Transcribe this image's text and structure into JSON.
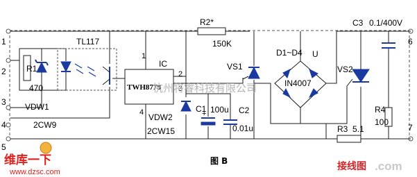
{
  "terminals": [
    "1",
    "2",
    "3",
    "4",
    "5",
    "6",
    "7"
  ],
  "components": {
    "tl117": "TL117",
    "r1": "R1",
    "r1_value": "470",
    "vdw1": "VDW1",
    "vdw1_type": "2CW9",
    "ic": "IC",
    "ic_part": "TWH8778",
    "pin1": "1",
    "pin2": "2",
    "pin3": "3",
    "pin4": "4",
    "vdw2": "VDW2",
    "vdw2_type": "2CW15",
    "r2": "R2*",
    "r2_value": "150K",
    "c1": "C1",
    "c1_value": "100u",
    "c2": "C2",
    "c2_value": "0.01u",
    "vs1": "VS1",
    "bridge": "D1~D4",
    "bridge_part": "IN4007",
    "u": "U",
    "vs2": "VS2",
    "c3": "C3",
    "c3_value": "0.1/400V",
    "r3": "R3",
    "r3_value": "5.1",
    "r4": "R4",
    "r4_value": "100"
  },
  "caption": "图 B",
  "watermark": "杭州将睿科技有限公司",
  "logos": {
    "left_title": "维库一下",
    "left_url": "www.dzsc.com",
    "right_title": "接线图",
    "right_com": ".com"
  },
  "colors": {
    "wire": "#1a1a1a",
    "component_blue": "#1b3aa0",
    "logo_red": "#e0201c",
    "watermark_gray": "#b5b5b5"
  }
}
